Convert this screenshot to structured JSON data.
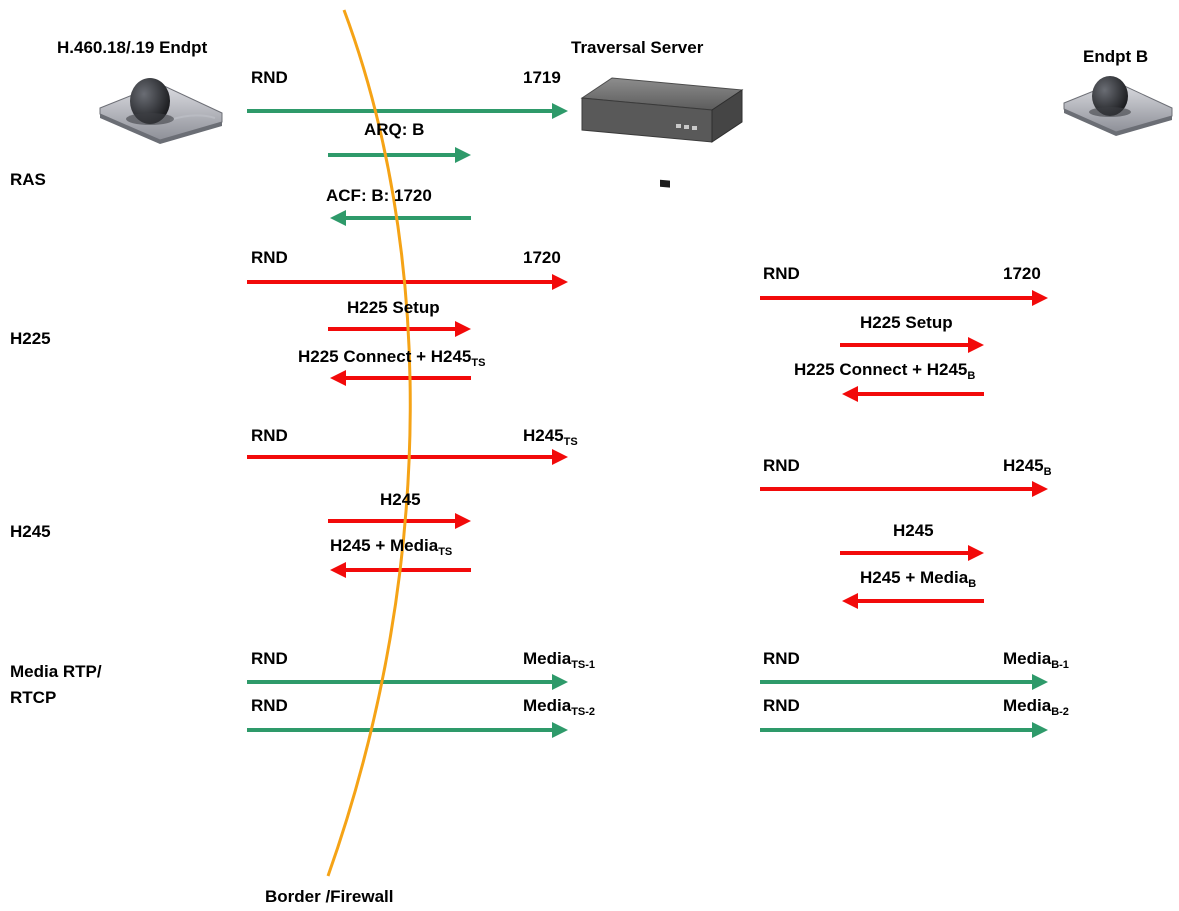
{
  "colors": {
    "green": "#2e9a6a",
    "red": "#f20a0a",
    "border_line": "#f5a316"
  },
  "devices": {
    "endpoint_a": {
      "label": "H.460.18/.19 Endpt",
      "icon": "camera-endpoint-icon"
    },
    "traversal_server": {
      "label": "Traversal Server",
      "icon": "rack-server-icon"
    },
    "endpoint_b": {
      "label": "Endpt B",
      "icon": "camera-endpoint-icon"
    }
  },
  "phases": {
    "ras": "RAS",
    "h225": "H225",
    "h245": "H245",
    "media_line1": "Media RTP/",
    "media_line2": "RTCP"
  },
  "border_label": "Border /Firewall",
  "flows": {
    "ras": {
      "src": "RND",
      "dst": "1719",
      "req": "ARQ: B",
      "resp": "ACF: B: 1720"
    },
    "h225_left": {
      "src": "RND",
      "dst": "1720",
      "req": "H225 Setup",
      "resp": "H225 Connect + H245",
      "resp_sub": "TS"
    },
    "h225_right": {
      "src": "RND",
      "dst": "1720",
      "req": "H225 Setup",
      "resp": "H225 Connect + H245",
      "resp_sub": "B"
    },
    "h245_left": {
      "src": "RND",
      "dst": "H245",
      "dst_sub": "TS",
      "req": "H245",
      "resp": "H245 + Media",
      "resp_sub": "TS"
    },
    "h245_right": {
      "src": "RND",
      "dst": "H245",
      "dst_sub": "B",
      "req": "H245",
      "resp": "H245 + Media",
      "resp_sub": "B"
    },
    "media_left": [
      {
        "src": "RND",
        "dst": "Media",
        "dst_sub": "TS-1"
      },
      {
        "src": "RND",
        "dst": "Media",
        "dst_sub": "TS-2"
      }
    ],
    "media_right": [
      {
        "src": "RND",
        "dst": "Media",
        "dst_sub": "B-1"
      },
      {
        "src": "RND",
        "dst": "Media",
        "dst_sub": "B-2"
      }
    ]
  }
}
